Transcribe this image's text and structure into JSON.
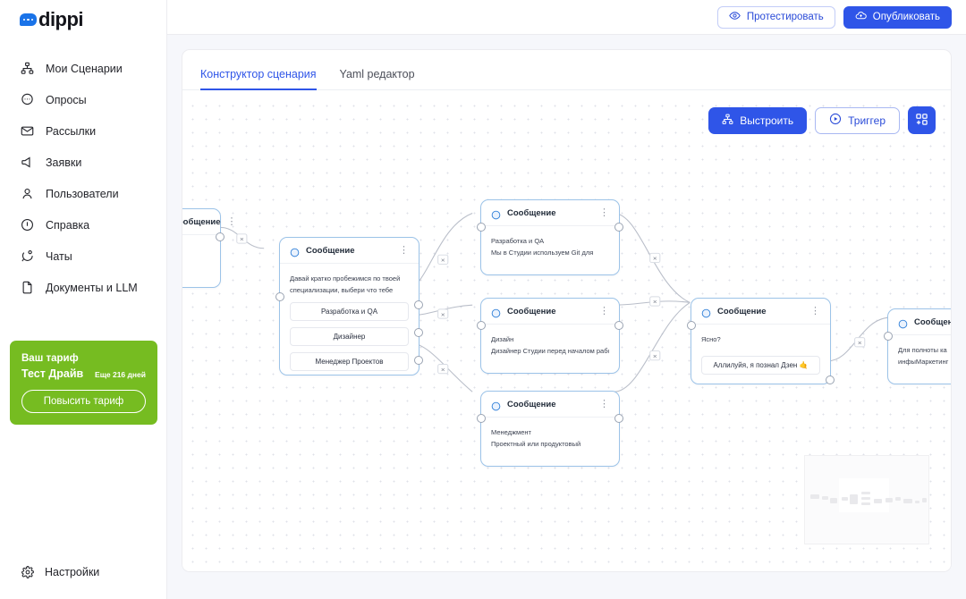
{
  "brand": {
    "name": "dippi",
    "logo_icon": "chat-bubble-icon",
    "accent": "#2f55e8",
    "green": "#76bc21"
  },
  "sidebar": {
    "items": [
      {
        "label": "Мои Сценарии",
        "icon": "sitemap-icon"
      },
      {
        "label": "Опросы",
        "icon": "chat-dots-icon"
      },
      {
        "label": "Рассылки",
        "icon": "envelope-icon"
      },
      {
        "label": "Заявки",
        "icon": "megaphone-icon"
      },
      {
        "label": "Пользователи",
        "icon": "user-icon"
      },
      {
        "label": "Справка",
        "icon": "info-circle-icon"
      },
      {
        "label": "Чаты",
        "icon": "chat-smile-icon"
      },
      {
        "label": "Документы и LLM",
        "icon": "document-icon"
      }
    ],
    "tariff": {
      "title": "Ваш тариф",
      "plan": "Тест Драйв",
      "days": "Еще 216 дней",
      "button": "Повысить тариф"
    },
    "settings": {
      "label": "Настройки",
      "icon": "gear-icon"
    }
  },
  "topbar": {
    "test_button": {
      "label": "Протестировать",
      "icon": "eye-icon"
    },
    "publish_button": {
      "label": "Опубликовать",
      "icon": "cloud-upload-icon"
    }
  },
  "editor": {
    "tabs": [
      {
        "label": "Конструктор сценария",
        "active": true
      },
      {
        "label": "Yaml редактор",
        "active": false
      }
    ],
    "canvas_toolbar": {
      "arrange_button": {
        "label": "Выстроить",
        "icon": "sitemap-icon"
      },
      "trigger_button": {
        "label": "Триггер",
        "icon": "play-circle-icon"
      },
      "grid_button": {
        "label": "",
        "icon": "add-block-icon"
      }
    }
  },
  "nodes": [
    {
      "id": "n0",
      "title": "Сообщение",
      "icon": "message-circle-icon",
      "menu": "⋮",
      "lines": [
        "",
        "",
        ""
      ],
      "options": []
    },
    {
      "id": "n1",
      "title": "Сообщение",
      "icon": "message-circle-icon",
      "menu": "⋮",
      "lines": [
        "Давай кратко пробежимся по твоей",
        "специализации, выбери что тебе"
      ],
      "options": [
        "Разработка и QA",
        "Дизайнер",
        "Менеджер Проектов"
      ]
    },
    {
      "id": "n2",
      "title": "Сообщение",
      "icon": "message-circle-icon",
      "menu": "⋮",
      "lines": [
        "Разработка и QA",
        "Мы в Студии используем Git для"
      ],
      "options": []
    },
    {
      "id": "n3",
      "title": "Сообщение",
      "icon": "message-circle-icon",
      "menu": "⋮",
      "lines": [
        "Дизайн",
        "Дизайнер Студии перед началом работы"
      ],
      "options": []
    },
    {
      "id": "n4",
      "title": "Сообщение",
      "icon": "message-circle-icon",
      "menu": "⋮",
      "lines": [
        "Менеджмент",
        "Проектный или продуктовый"
      ],
      "options": []
    },
    {
      "id": "n5",
      "title": "Сообщение",
      "icon": "message-circle-icon",
      "menu": "⋮",
      "lines": [
        "Ясно?"
      ],
      "options": [
        "Аллилуйя, я познал Дзен 🤙"
      ]
    },
    {
      "id": "n6",
      "title": "Сообщение",
      "icon": "message-circle-icon",
      "menu": "⋮",
      "lines": [
        "Для полноты ка",
        "инфыМаркетинг"
      ],
      "options": []
    }
  ],
  "edges": {
    "delete_badge": "×"
  },
  "minimap": {
    "label": "minimap"
  }
}
